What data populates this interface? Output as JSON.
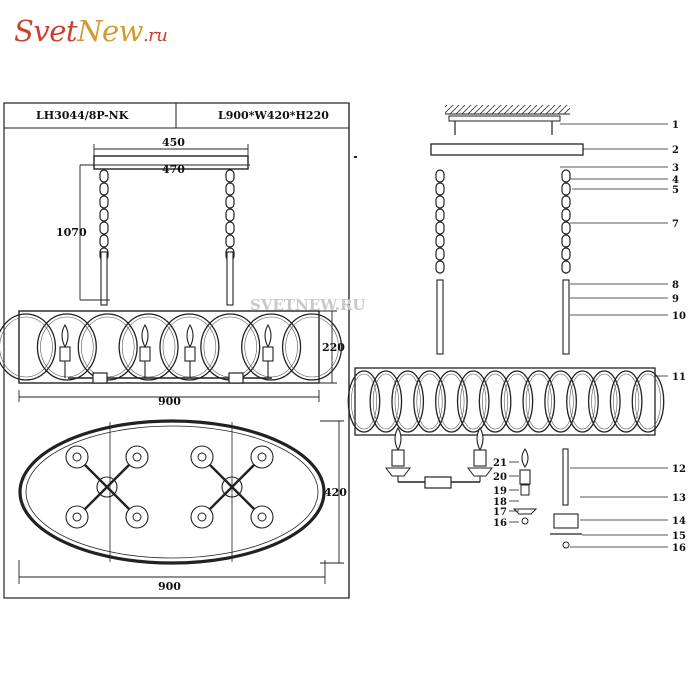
{
  "logo": {
    "part1": "Svet",
    "part2": "New",
    "part3": ".ru",
    "color_primary": "#c8412e",
    "color_secondary": "#d59a2f"
  },
  "watermark": "SVETNEW.RU",
  "header": {
    "model": "LH3044/8P-NK",
    "size": "L900*W420*H220"
  },
  "dimensions": {
    "canopy_width": "450",
    "canopy_mount": "470",
    "chain_length": "1070",
    "body_height": "220",
    "body_length_side": "900",
    "body_width_top": "420",
    "body_length_top": "900"
  },
  "part_labels": [
    "1",
    "2",
    "3",
    "4",
    "5",
    "7",
    "8",
    "9",
    "10",
    "11",
    "12",
    "13",
    "14",
    "15",
    "16"
  ],
  "callouts": [
    "21",
    "20",
    "19",
    "18",
    "17",
    "16"
  ]
}
